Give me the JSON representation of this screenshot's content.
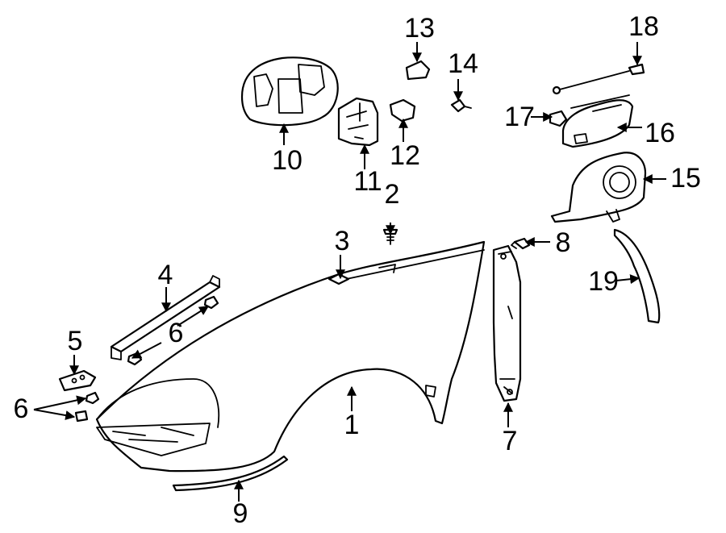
{
  "callouts": {
    "c1": "1",
    "c2": "2",
    "c3": "3",
    "c4": "4",
    "c5": "5",
    "c6a": "6",
    "c6b": "6",
    "c7": "7",
    "c8": "8",
    "c9": "9",
    "c10": "10",
    "c11": "11",
    "c12": "12",
    "c13": "13",
    "c14": "14",
    "c15": "15",
    "c16": "16",
    "c17": "17",
    "c18": "18",
    "c19": "19"
  }
}
